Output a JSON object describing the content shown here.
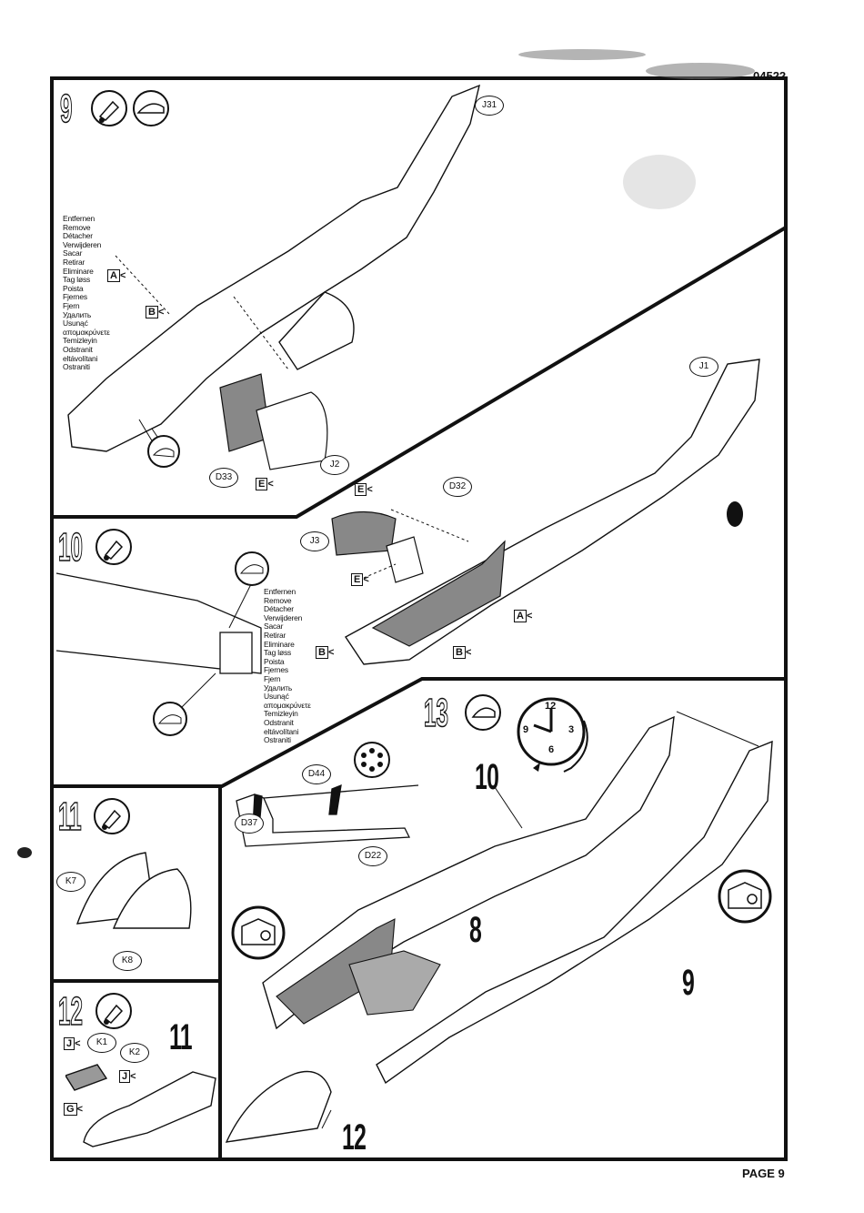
{
  "header": {
    "kit_code": "04522"
  },
  "footer": {
    "page_label": "PAGE 9"
  },
  "remove_words": [
    "Entfernen",
    "Remove",
    "Détacher",
    "Verwijderen",
    "Sacar",
    "Retirar",
    "Eliminare",
    "Tag løss",
    "Poista",
    "Fjernes",
    "Fjern",
    "Удалить",
    "Usunąć",
    "απομακρύνετε",
    "Temizleyin",
    "Odstranit",
    "eltávolítani",
    "Ostraniti"
  ],
  "steps": {
    "s9": {
      "number": "9",
      "parts": [
        "J31",
        "J2",
        "D33"
      ],
      "flags": [
        "A",
        "B",
        "E"
      ]
    },
    "s10": {
      "number": "10",
      "parts": [
        "J1",
        "D32",
        "J3"
      ],
      "flags": [
        "E",
        "E",
        "A",
        "B",
        "B"
      ]
    },
    "s11": {
      "number": "11",
      "parts": [
        "K7",
        "K8"
      ]
    },
    "s12": {
      "number": "12",
      "parts": [
        "K1",
        "K2"
      ],
      "flags": [
        "J",
        "J",
        "G"
      ]
    },
    "s13": {
      "number": "13",
      "parts": [
        "D44",
        "D37",
        "D22"
      ],
      "assembly_labels": [
        "10",
        "8",
        "9",
        "12",
        "11"
      ],
      "clock": [
        "12",
        "3",
        "6",
        "9"
      ]
    }
  },
  "icons": [
    "glue-tube-icon",
    "cement-nozzle-icon",
    "glue-drop-icon",
    "asterisk-icon",
    "clock-icon",
    "decal-roller-icon"
  ]
}
